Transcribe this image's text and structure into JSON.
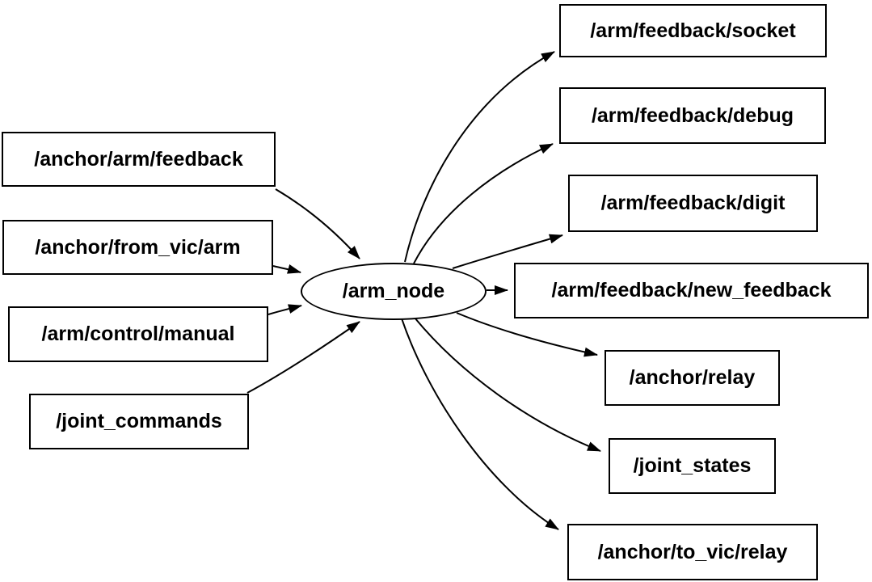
{
  "diagram": {
    "type": "node-graph",
    "colors": {
      "background": "#ffffff",
      "line": "#000000",
      "node_fill": "#ffffff",
      "text": "#000000"
    },
    "node": {
      "label": "/arm_node",
      "shape": "ellipse"
    },
    "input_topics": [
      {
        "label": "/anchor/arm/feedback"
      },
      {
        "label": "/anchor/from_vic/arm"
      },
      {
        "label": "/arm/control/manual"
      },
      {
        "label": "/joint_commands"
      }
    ],
    "output_topics": [
      {
        "label": "/arm/feedback/socket"
      },
      {
        "label": "/arm/feedback/debug"
      },
      {
        "label": "/arm/feedback/digit"
      },
      {
        "label": "/arm/feedback/new_feedback"
      },
      {
        "label": "/anchor/relay"
      },
      {
        "label": "/joint_states"
      },
      {
        "label": "/anchor/to_vic/relay"
      }
    ]
  }
}
